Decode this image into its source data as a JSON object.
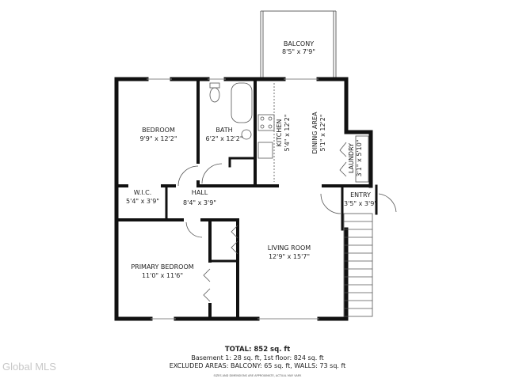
{
  "rooms": {
    "balcony": {
      "name": "BALCONY",
      "dims": "8'5\" x 7'9\""
    },
    "bedroom": {
      "name": "BEDROOM",
      "dims": "9'9\" x 12'2\""
    },
    "bath": {
      "name": "BATH",
      "dims": "6'2\" x 12'2\""
    },
    "kitchen": {
      "name": "KITCHEN",
      "dims": "5'4\" x 12'2\""
    },
    "dining": {
      "name": "DINING AREA",
      "dims": "5'1\" x 12'2\""
    },
    "laundry": {
      "name": "LAUNDRY",
      "dims": "3'1\" x 5'10\""
    },
    "wic": {
      "name": "W.I.C.",
      "dims": "5'4\" x 3'9\""
    },
    "hall": {
      "name": "HALL",
      "dims": "8'4\" x 3'9\""
    },
    "entry": {
      "name": "ENTRY",
      "dims": "3'5\" x 3'9\""
    },
    "living": {
      "name": "LIVING ROOM",
      "dims": "12'9\" x 15'7\""
    },
    "primary": {
      "name": "PRIMARY BEDROOM",
      "dims": "11'0\" x 11'6\""
    }
  },
  "summary": {
    "total": "TOTAL: 852 sq. ft",
    "floors": "Basement 1: 28 sq. ft, 1st floor: 824 sq. ft",
    "excluded": "EXCLUDED AREAS: BALCONY: 65 sq. ft, WALLS: 73 sq. ft",
    "disclaimer": "SIZES AND DIMENSIONS ARE APPROXIMATE, ACTUAL MAY VARY."
  },
  "watermark": "Global MLS"
}
